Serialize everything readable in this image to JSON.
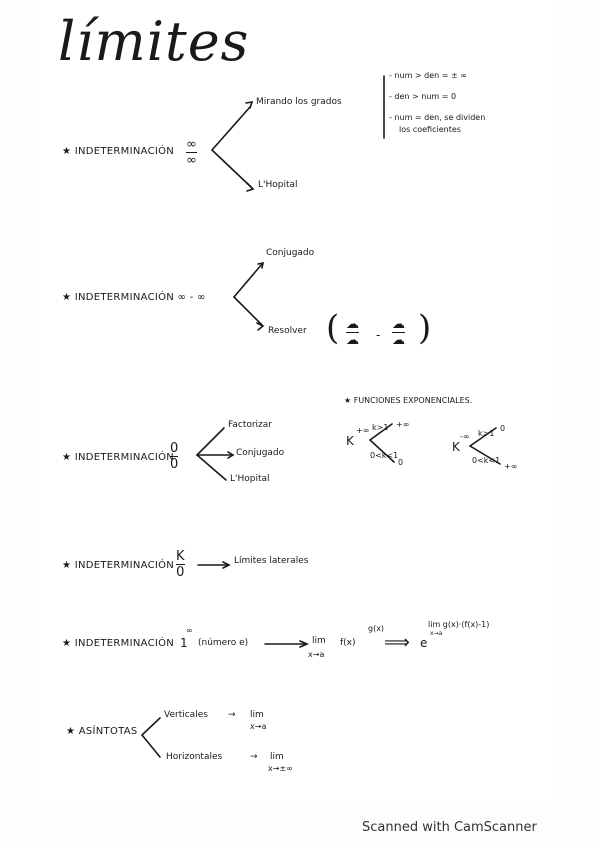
{
  "title": "límites",
  "s1": {
    "label": "★ INDETERMINACIÓN",
    "num": "∞",
    "den": "∞",
    "branch1": "Mirando los grados",
    "branch2": "L'Hopital",
    "cases": [
      "- num > den = ± ∞",
      "- den > num = 0",
      "- num = den, se dividen",
      "los coeficientes"
    ]
  },
  "s2": {
    "label": "★ INDETERMINACIÓN ∞ - ∞",
    "branch1": "Conjugado",
    "branch2": "Resolver",
    "frac1_num": "☁",
    "frac1_den": "☁",
    "frac2_num": "☁",
    "frac2_den": "☁",
    "minus": "-"
  },
  "expo": {
    "title": "★ FUNCIONES EXPONENCIALES.",
    "left_base": "K",
    "left_exp": "+∞",
    "left_top_cond": "k>1",
    "left_top_res": "+∞",
    "left_bot_cond": "0<k<1",
    "left_bot_res": "0",
    "right_base": "K",
    "right_exp": "-∞",
    "right_top_cond": "k>1",
    "right_top_res": "0",
    "right_bot_cond": "0<k<1",
    "right_bot_res": "+∞"
  },
  "s3": {
    "label": "★ INDETERMINACIÓN",
    "num": "0",
    "den": "0",
    "branch1": "Factorizar",
    "branch2": "Conjugado",
    "branch3": "L'Hopital"
  },
  "s4": {
    "label": "★ INDETERMINACIÓN",
    "num": "K",
    "den": "0",
    "result": "Límites laterales"
  },
  "s5": {
    "label": "★ INDETERMINACIÓN",
    "base": "1",
    "exp": "∞",
    "note": "(número e)",
    "lim": "lim",
    "lim_sub": "x→a",
    "fx": "f(x)",
    "gx": "g(x)",
    "implies": "⟹",
    "e": "e",
    "e_exp": "lim g(x)·(f(x)-1)",
    "e_exp_sub": "x→a"
  },
  "s6": {
    "label": "★ ASÍNTOTAS",
    "branch1": "Verticales",
    "branch1_lim": "lim",
    "branch1_sub": "x→a",
    "branch2": "Horizontales",
    "branch2_lim": "lim",
    "branch2_sub": "x→±∞",
    "arrow": "→"
  },
  "footer": "Scanned with CamScanner"
}
